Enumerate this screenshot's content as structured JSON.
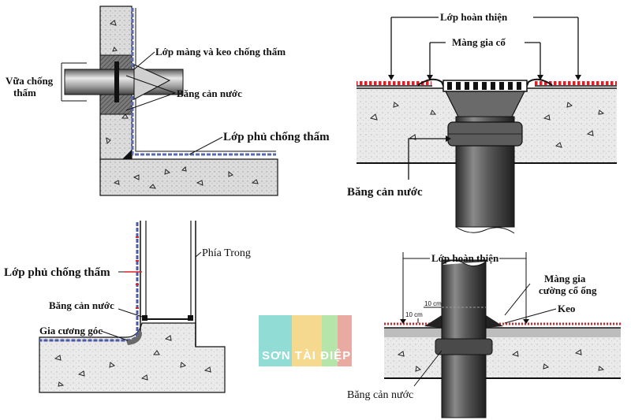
{
  "diagram_top_left": {
    "label_membrane": "Lớp màng và keo chống thấm",
    "label_mortar_line1": "Vữa chống",
    "label_mortar_line2": "thấm",
    "label_waterstop": "Băng cản nước",
    "label_coating": "Lớp phủ chống thấm"
  },
  "diagram_top_right": {
    "label_finish": "Lớp hoàn thiện",
    "label_reinforce": "Màng gia cố",
    "label_waterstop": "Băng cản nước"
  },
  "diagram_bottom_left": {
    "label_inside": "Phía Trong",
    "label_coating": "Lớp phủ chống thấm",
    "label_waterstop": "Băng cản nước",
    "label_corner": "Gia cương góc"
  },
  "diagram_bottom_right": {
    "label_finish": "Lớp hoàn thiện",
    "label_reinforce_line1": "Màng gia",
    "label_reinforce_line2": "cường cổ ống",
    "label_glue": "Keo",
    "label_dim_10cm_a": "10 cm",
    "label_dim_10cm_b": "10 cm",
    "label_waterstop": "Băng cản nước"
  },
  "watermark": {
    "text": "SƠN TÀI ĐIỆP",
    "colors": [
      "#7fd6cf",
      "#f2d27a",
      "#a9e09a",
      "#f2a0a0"
    ]
  },
  "colors": {
    "concrete": "#e2e2e2",
    "pipe_dark": "#3a3a3a",
    "membrane_red": "#d8232a",
    "line": "#111111"
  }
}
